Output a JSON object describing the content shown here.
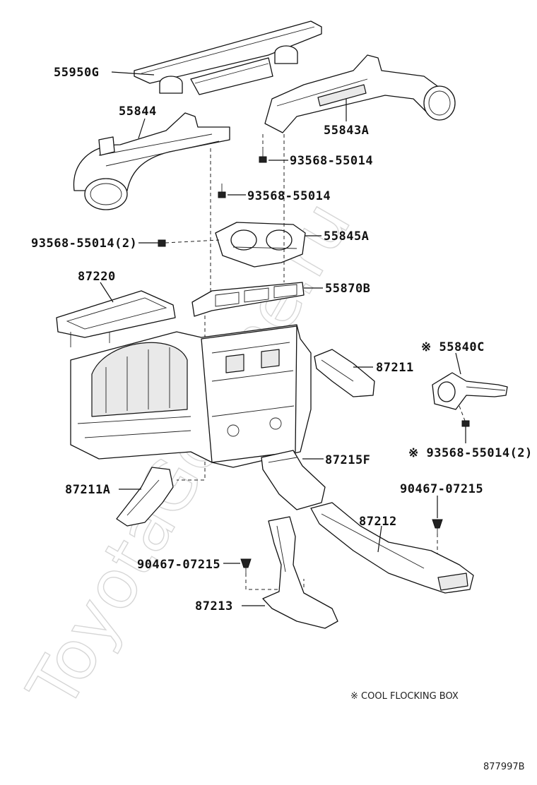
{
  "watermark": "ToyotaGoMine.ru",
  "note": "※ COOL FLOCKING BOX",
  "diagram_code": "877997B",
  "labels": {
    "p55950G": "55950G",
    "p55844": "55844",
    "p55843A": "55843A",
    "s93568a": "93568-55014",
    "s93568b": "93568-55014",
    "s93568c": "93568-55014(2)",
    "p55845A": "55845A",
    "p87220": "87220",
    "p55870B": "55870B",
    "p55840C": "※ 55840C",
    "p87211": "87211",
    "s93568d": "※ 93568-55014(2)",
    "p87215F": "87215F",
    "p87211A": "87211A",
    "s90467a": "90467-07215",
    "p87212": "87212",
    "s90467b": "90467-07215",
    "p87213": "87213"
  }
}
